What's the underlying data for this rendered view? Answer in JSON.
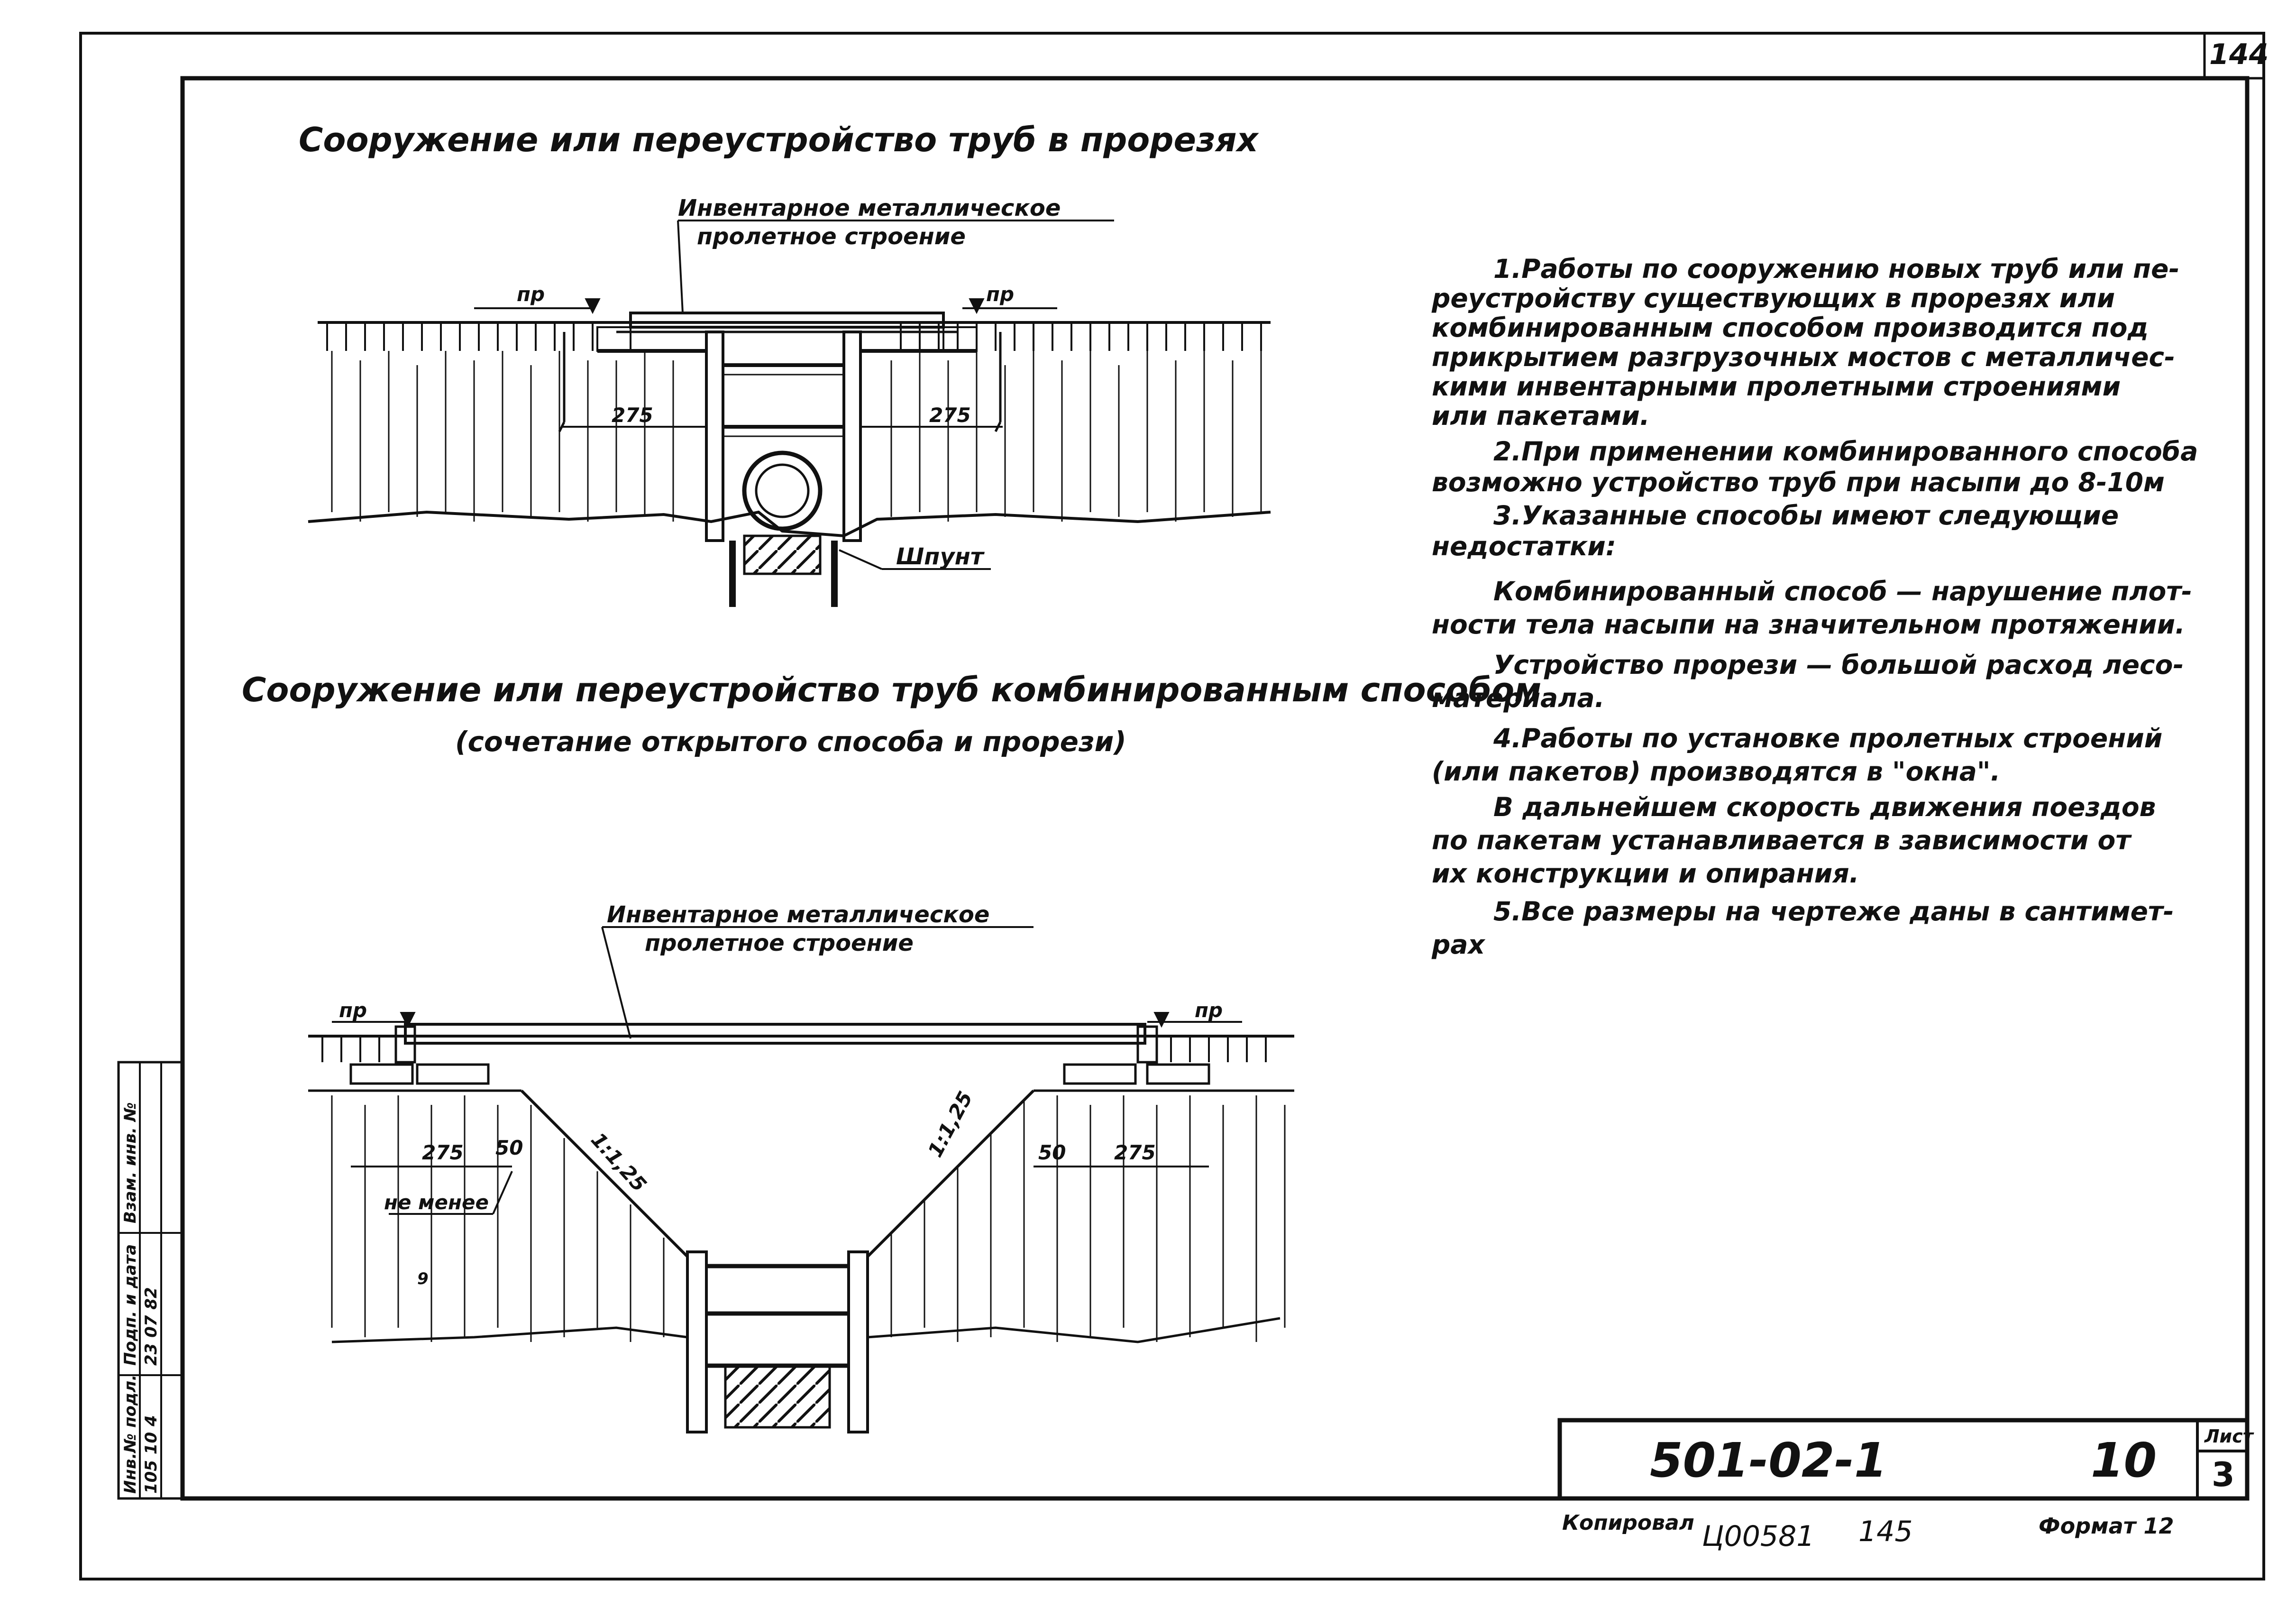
{
  "sheet_corner_number": "144",
  "title_slots": "Сооружение или переустройство труб в прорезях",
  "title_combined": "Сооружение или переустройство труб комбинированным способом",
  "title_combined_sub": "(сочетание открытого способа и прорези)",
  "top_drawing": {
    "span_label_line1": "Инвентарное металлическое",
    "span_label_line2": "пролетное строение",
    "rail_left": "пр",
    "rail_right": "пр",
    "dim_left": "275",
    "dim_right": "275",
    "sheet_pile": "Шпунт"
  },
  "bottom_drawing": {
    "span_label_line1": "Инвентарное металлическое",
    "span_label_line2": "пролетное строение",
    "rail_left": "пр",
    "rail_right": "пр",
    "slope_left": "1:1,25",
    "slope_right": "1:1,25",
    "dim_left_275": "275",
    "dim_left_50": "50",
    "dim_right_50": "50",
    "dim_right_275": "275",
    "not_less": "не менее",
    "mark_9": "9"
  },
  "notes": [
    "1.Работы по сооружению новых труб или пе-",
    "реустройству существующих в прорезях или",
    "комбинированным способом производится под",
    "прикрытием разгрузочных мостов с металличес-",
    "кими инвентарными пролетными строениями",
    "или пакетами.",
    "2.При применении комбинированного способа",
    "возможно устройство труб при насыпи до 8-10м",
    "3.Указанные способы имеют следующие",
    "недостатки:",
    "Комбинированный способ — нарушение плот-",
    "ности тела насыпи на значительном протяжении.",
    "Устройство прорези — большой расход лесо-",
    "материала.",
    "4.Работы по установке пролетных строений",
    "(или пакетов) производятся в \"окна\".",
    "В дальнейшем скорость движения поездов",
    "по пакетам устанавливается в зависимости от",
    "их конструкции и опирания.",
    "5.Все размеры на чертеже даны в сантимет-",
    "рах"
  ],
  "stamp": {
    "code": "501-02-1",
    "page": "10",
    "sheet_label": "Лист",
    "sheet_no": "3",
    "copied_label": "Копировал",
    "copy_code": "Ц00581",
    "copy_num": "145",
    "format_label": "Формат 12"
  },
  "side_stamp": {
    "col1": "Инв.№ подл.",
    "col1_val": "105 10 4",
    "col2": "Подп. и дата",
    "col2_val": "23 07 82",
    "col3": "Взам. инв. №"
  }
}
